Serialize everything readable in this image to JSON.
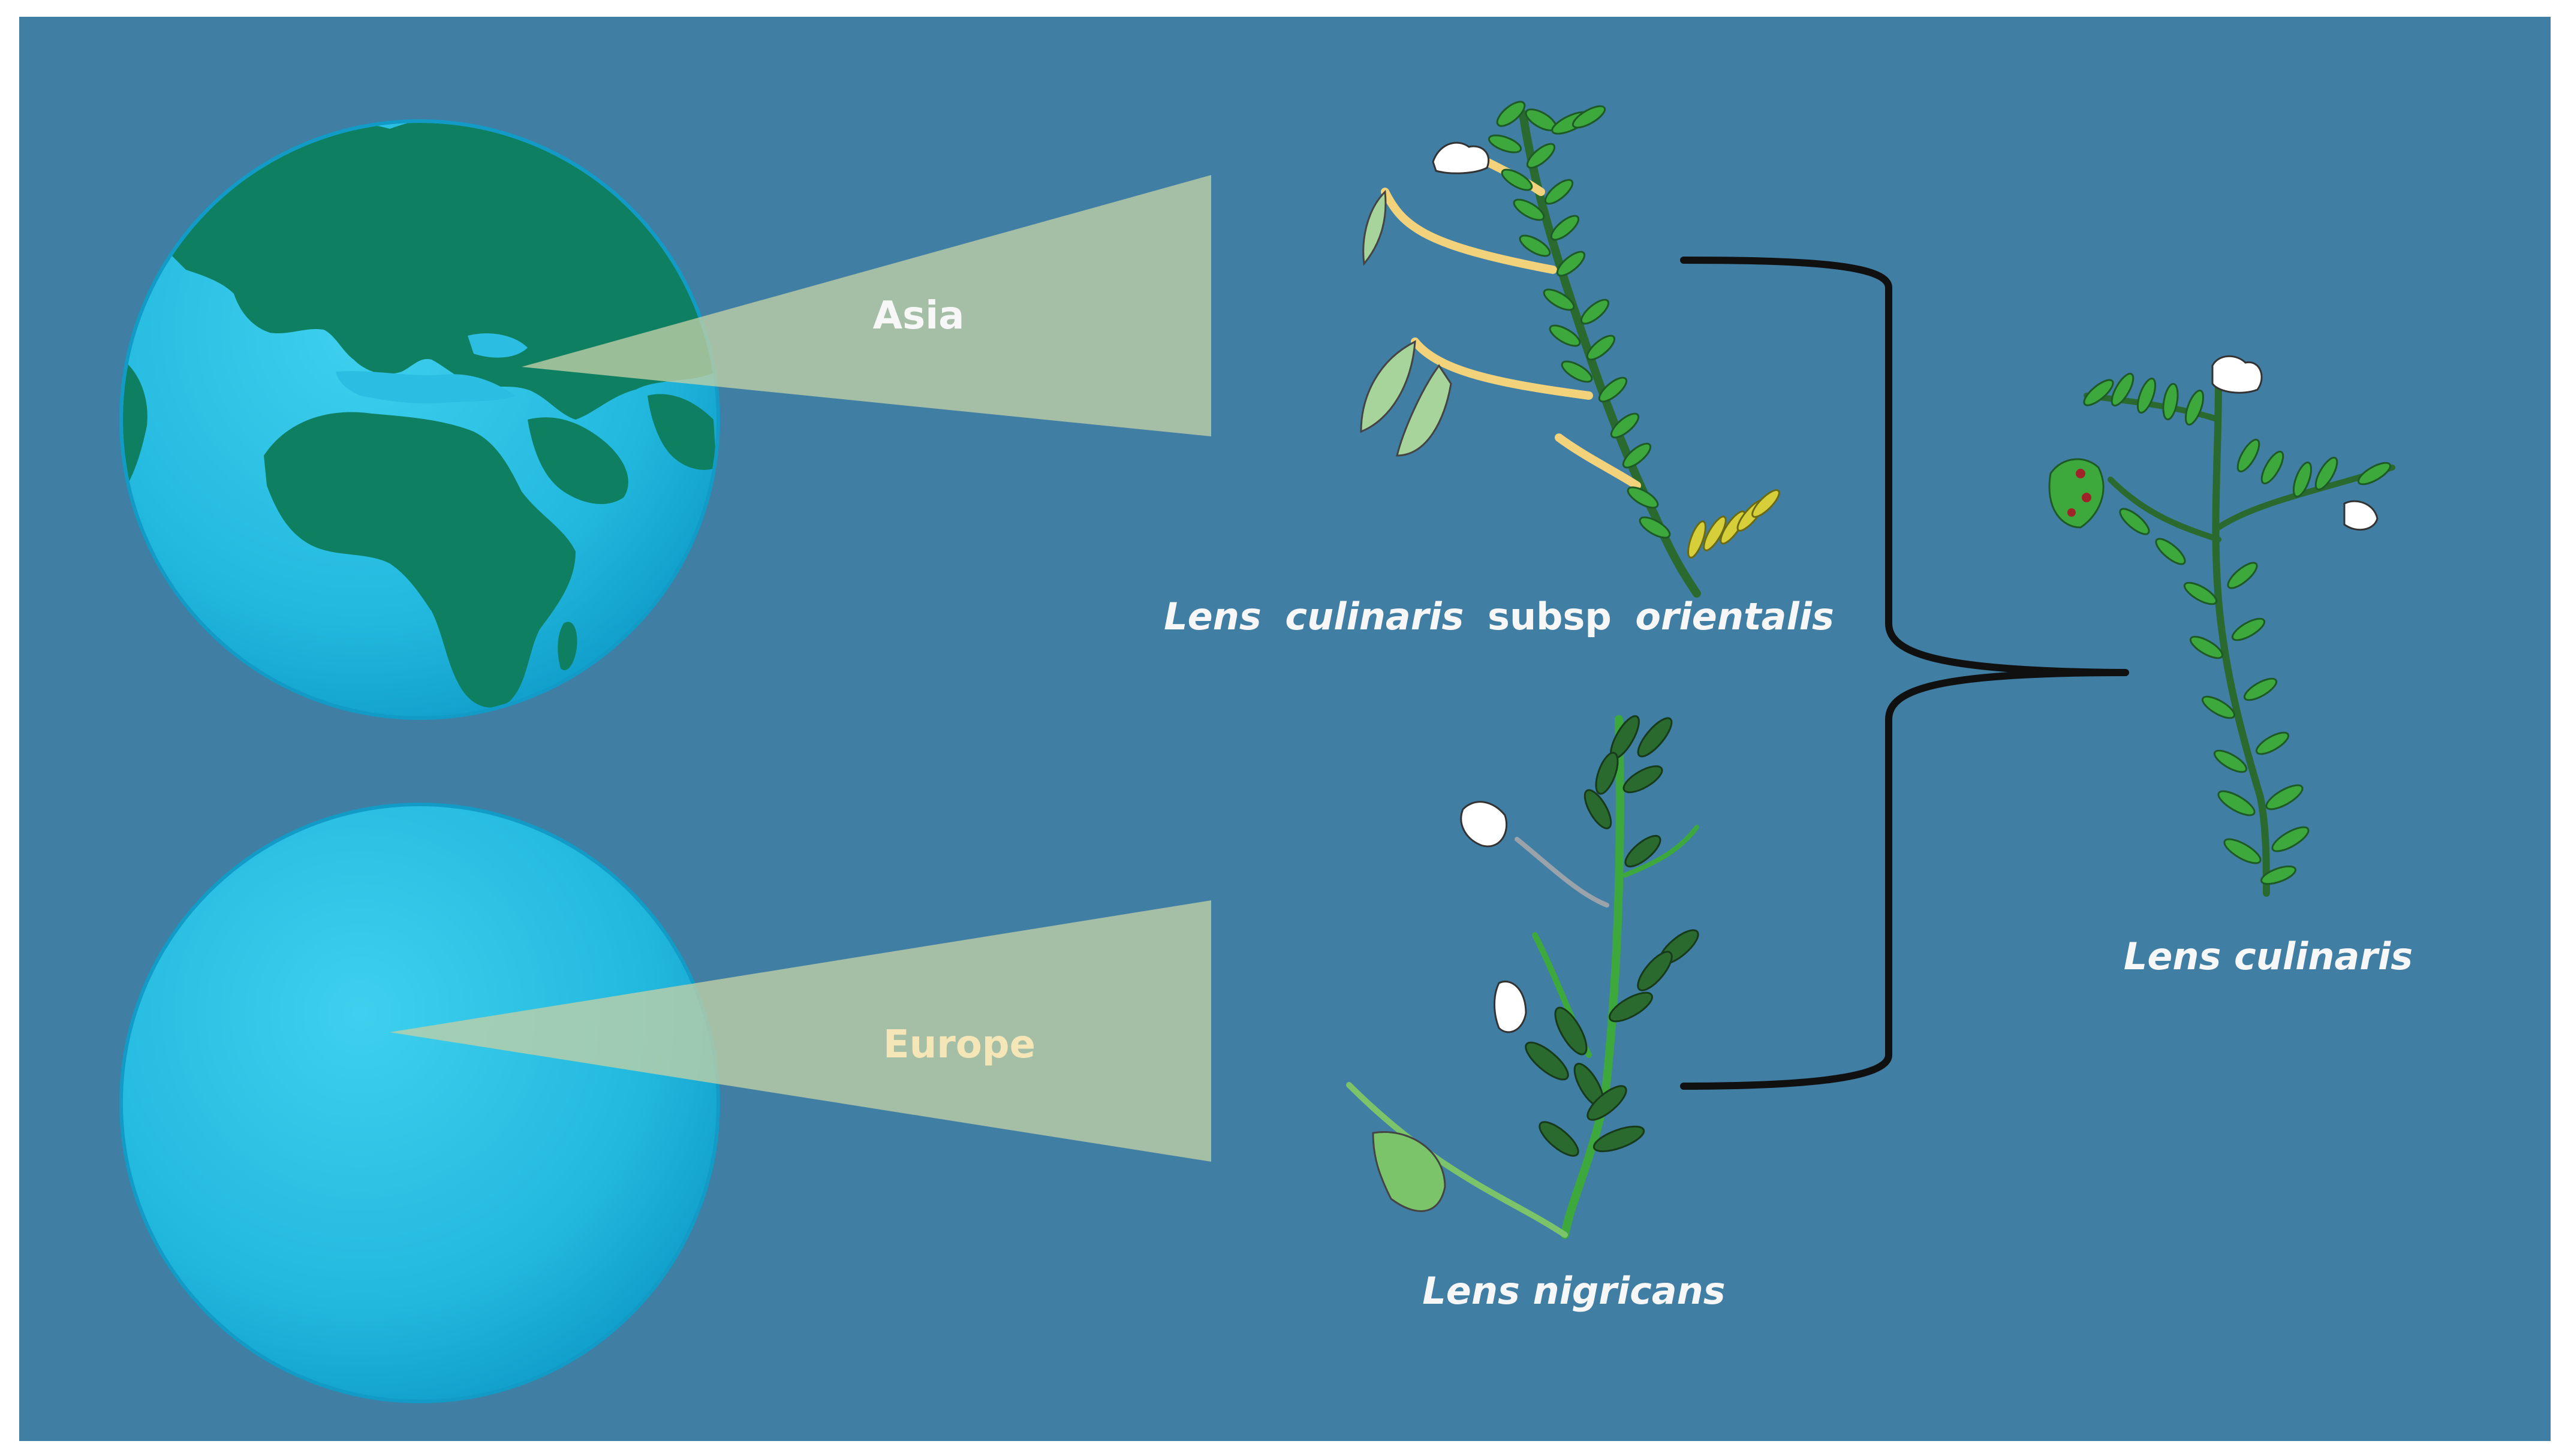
{
  "colors": {
    "background": "#407ea4",
    "ocean": "#2bbde2",
    "ocean_shade": "#15a6cf",
    "land": "#0f7f62",
    "beam": "#c2cfa6",
    "leaf_dark": "#2a6a2e",
    "leaf_mid": "#3da93d",
    "leaf_light": "#7cc46a",
    "stem_yellow": "#f2d27a",
    "bracket": "#101010",
    "label_white": "#f7f7f7",
    "label_cream": "#f5e6b8"
  },
  "regions": {
    "top": "Asia",
    "bottom": "Europe"
  },
  "species": {
    "wild_1": {
      "genus": "Lens",
      "epithet": "culinaris",
      "rank": "subsp",
      "subspecies": "orientalis"
    },
    "wild_2": "Lens nigricans",
    "cultivated": "Lens culinaris"
  }
}
